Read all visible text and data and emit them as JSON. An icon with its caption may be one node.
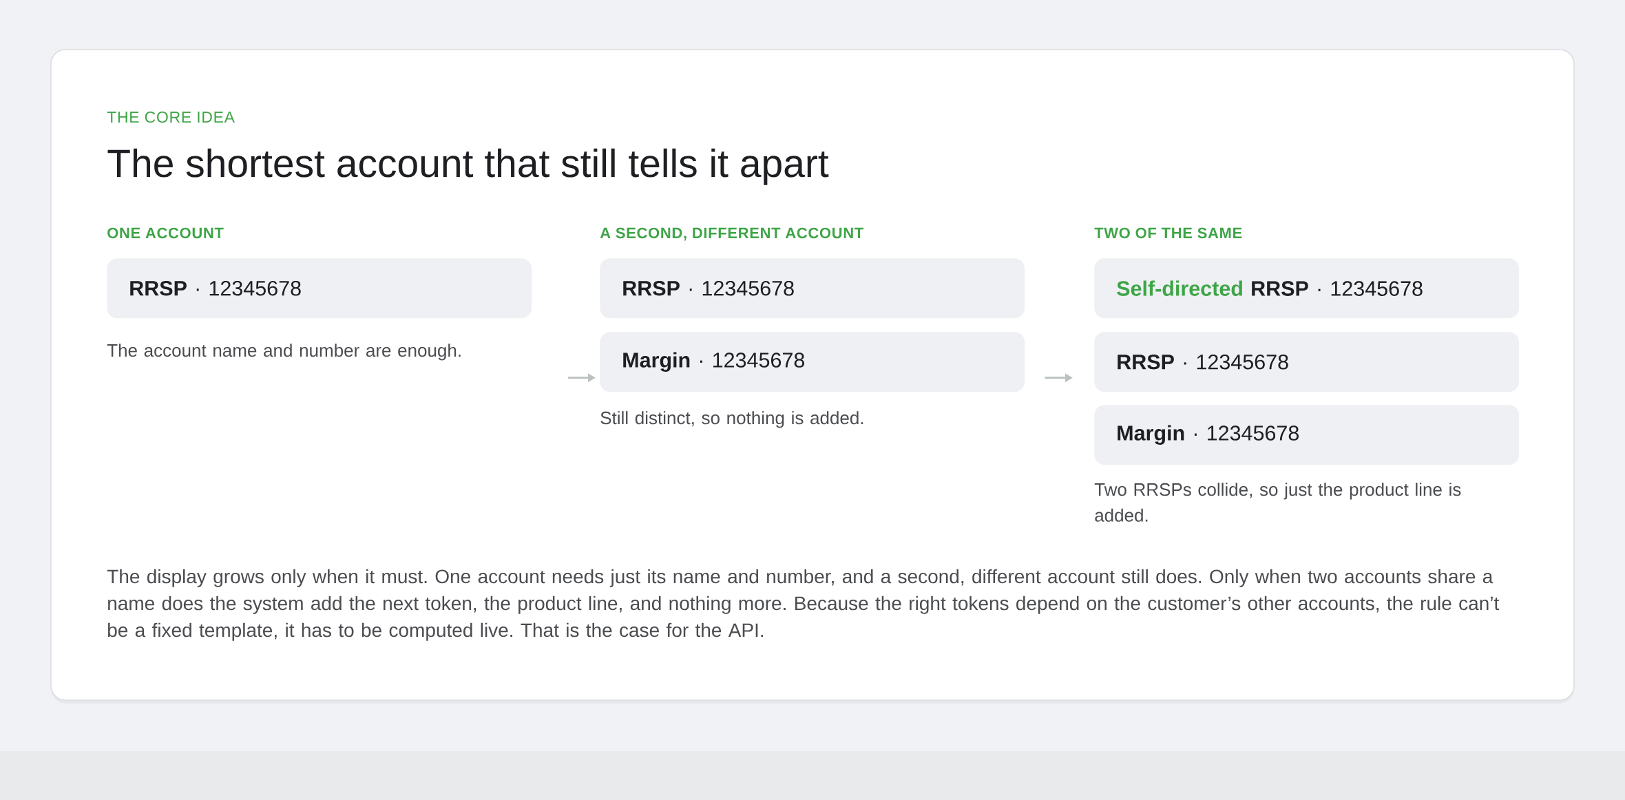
{
  "diagram": {
    "title": "The shortest account that still tells it apart",
    "caption": "The display grows only when it must. One account needs just its name and number, and a second, different account still does. Only when two accounts share a name does the system add the next token, the product line, and nothing more. Because the right tokens depend on the customer’s other accounts, the rule can’t be a fixed template, it has to be computed live. That is the case for the API.",
    "nodes": [
      {
        "text": [
          "**RRSP** · 12345678"
        ]
      },
      {
        "text": [
          "**RRSP** · 12345678"
        ]
      },
      {
        "text": [
          "**Margin** · 12345678"
        ]
      },
      {
        "text": [
          "Self-directed",
          "**RRSP** · 12345678"
        ]
      },
      {
        "text": [
          "**RRSP** · 12345678"
        ]
      },
      {
        "text": [
          "**Margin** · 12345678"
        ]
      }
    ],
    "edges": [
      {
        "from": null,
        "to": 2,
        "arrow": "to"
      },
      {
        "from": 2,
        "to": 4,
        "arrow": "to"
      }
    ],
    "labels": [
      "THE CORE IDEA",
      "ONE ACCOUNT",
      "A SECOND, DIFFERENT ACCOUNT",
      "TWO OF THE SAME",
      "The account name and number are enough.",
      "Still distinct, so nothing is added.",
      "Two RRSPs collide, so just the product line is added."
    ]
  }
}
